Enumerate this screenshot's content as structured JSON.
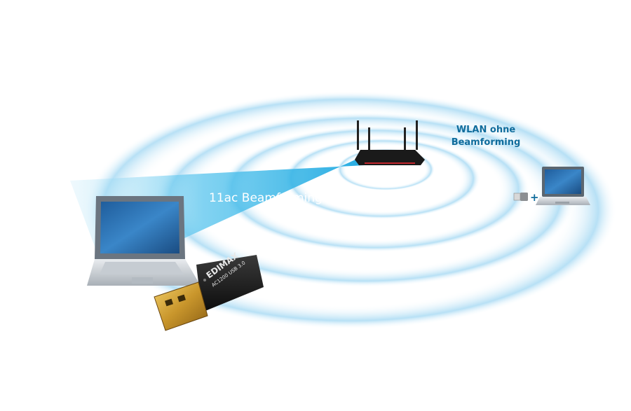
{
  "labels": {
    "beamforming": "11ac Beamforming",
    "without_beamforming_line1": "WLAN ohne",
    "without_beamforming_line2": "Beamforming",
    "plus": "+"
  },
  "adapter": {
    "brand": "EDIMAX",
    "model": "AC1200 USB 3.0"
  },
  "colors": {
    "wave": "#9fd6f2",
    "beam": "#2fb3e6",
    "label_blue": "#0f6c9c"
  }
}
